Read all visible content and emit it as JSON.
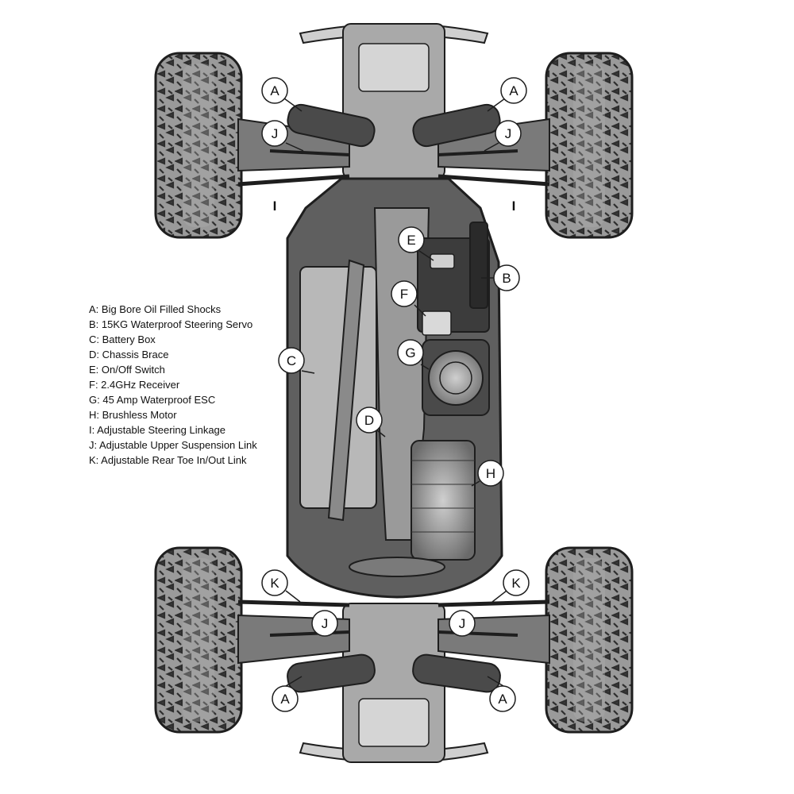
{
  "legend": [
    {
      "key": "A",
      "text": ": Big Bore Oil Filled Shocks"
    },
    {
      "key": "B",
      "text": ": 15KG Waterproof Steering Servo"
    },
    {
      "key": "C",
      "text": ": Battery Box"
    },
    {
      "key": "D",
      "text": ": Chassis Brace"
    },
    {
      "key": "E",
      "text": ": On/Off Switch"
    },
    {
      "key": "F",
      "text": ": 2.4GHz Receiver"
    },
    {
      "key": "G",
      "text": ": 45 Amp Waterproof ESC"
    },
    {
      "key": "H",
      "text": ": Brushless Motor"
    },
    {
      "key": "I",
      "text": ": Adjustable Steering Linkage"
    },
    {
      "key": "J",
      "text": ":  Adjustable Upper Suspension Link"
    },
    {
      "key": "K",
      "text": ": Adjustable Rear Toe In/Out Link"
    }
  ],
  "callouts": {
    "A": "A",
    "B": "B",
    "C": "C",
    "D": "D",
    "E": "E",
    "F": "F",
    "G": "G",
    "H": "H",
    "I": "I",
    "J": "J",
    "K": "K"
  },
  "colors": {
    "chassis": "#5f5f5f",
    "chassis_dark": "#3c3c3c",
    "panel": "#b8b8b8",
    "plate": "#9a9a9a",
    "tire": "#8f8f8f",
    "tread": "#2e2e2e",
    "outline": "#1e1e1e"
  }
}
